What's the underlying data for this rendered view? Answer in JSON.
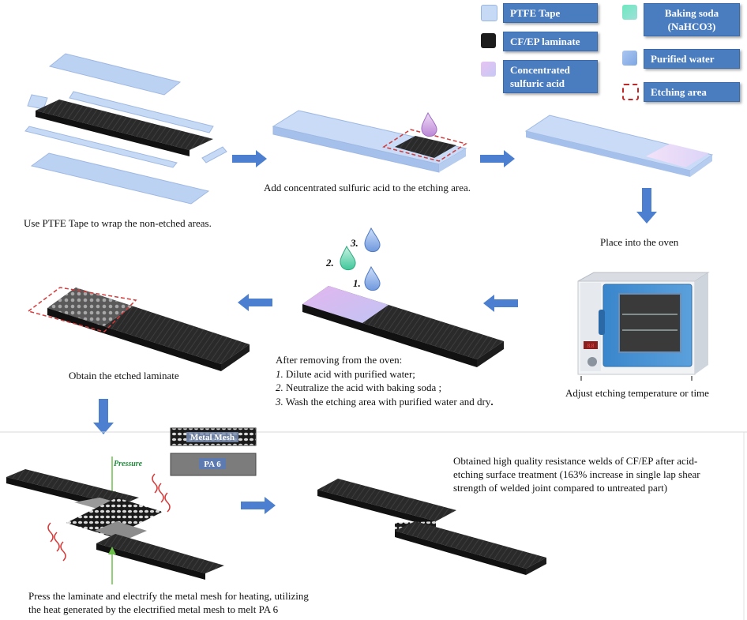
{
  "legend": {
    "ptfe": "PTFE Tape",
    "cfep": "CF/EP  laminate",
    "acid_line1": "Concentrated",
    "acid_line2": "sulfuric acid",
    "soda_line1": "Baking soda",
    "soda_line2": "(NaHCO3)",
    "water": "Purified water",
    "etching": "Etching area"
  },
  "colors": {
    "ptfe": "#bcd2f3",
    "laminate": "#222222",
    "acid": "#d9b8ee",
    "soda": "#5fd8b4",
    "water": "#8fb3e8",
    "etching_border": "#d03030",
    "legend_bg": "#4a7cc0",
    "arrow": "#4d7fd1"
  },
  "captions": {
    "wrap": "Use PTFE Tape to wrap the non-etched areas.",
    "add_acid": "Add concentrated sulfuric acid to the etching area.",
    "oven": "Place into the oven",
    "adjust": "Adjust etching temperature or time",
    "obtain": "Obtain the etched laminate",
    "press": "Press the laminate and electrify the metal mesh for heating, utilizing",
    "press2": "the heat generated by the electrified metal mesh to melt PA 6",
    "result": "Obtained high quality resistance welds of CF/EP after acid-",
    "result2": "etching surface treatment (163% increase in single lap shear",
    "result3": "strength of welded joint compared to untreated part)"
  },
  "after_oven": {
    "title": "After removing from the oven:",
    "step1_num": "1.",
    "step1": " Dilute acid with purified water;",
    "step2_num": "2.",
    "step2": " Neutralize the acid with baking soda ;",
    "step3_num": "3.",
    "step3": " Wash the etching area with purified water and dry",
    "step3_end": "."
  },
  "drop_labels": [
    "3.",
    "2.",
    "1."
  ],
  "weld_labels": {
    "mesh": "Metal Mesh",
    "pa6": "PA 6",
    "pressure": "Pressure"
  },
  "oven_display": "8.8"
}
